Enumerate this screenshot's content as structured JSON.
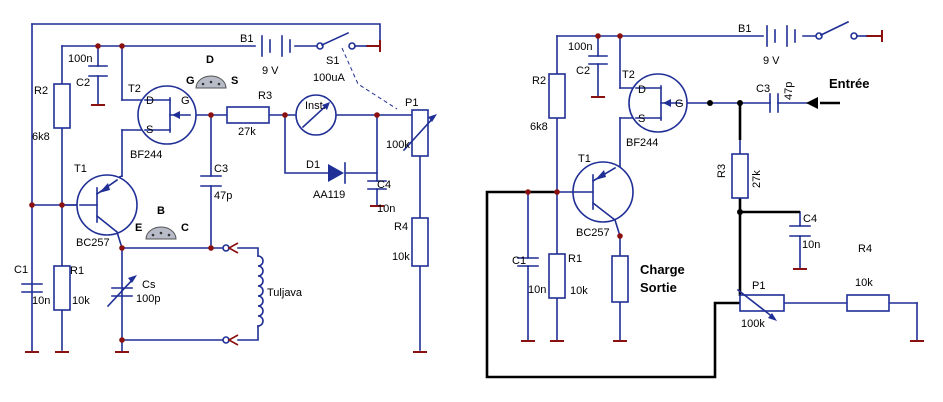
{
  "left": {
    "labels": {
      "b1": "B1",
      "b1_value": "9 V",
      "s1": "S1",
      "c2": "C2",
      "c2_value": "100n",
      "r2": "R2",
      "r2_value": "6k8",
      "t2": "T2",
      "t2_type": "BF244",
      "t2_d": "D",
      "t2_s": "S",
      "t2_g": "G",
      "pkg_t2_g": "G",
      "pkg_t2_d": "D",
      "pkg_t2_s": "S",
      "r3": "R3",
      "r3_value": "27k",
      "meter": "Inst.",
      "meter_value": "100uA",
      "p1": "P1",
      "p1_value": "100k",
      "t1": "T1",
      "t1_type": "BC257",
      "c3": "C3",
      "c3_value": "47p",
      "d1": "D1",
      "d1_type": "AA119",
      "c4": "C4",
      "c4_value": "10n",
      "pkg_t1_e": "E",
      "pkg_t1_b": "B",
      "pkg_t1_c": "C",
      "c1": "C1",
      "c1_value": "10n",
      "r1": "R1",
      "r1_value": "10k",
      "cs": "Cs",
      "cs_value": "100p",
      "coil": "Tuljava",
      "r4": "R4",
      "r4_value": "10k"
    }
  },
  "right": {
    "labels": {
      "b1": "B1",
      "b1_value": "9 V",
      "c2": "C2",
      "c2_value": "100n",
      "r2": "R2",
      "r2_value": "6k8",
      "t2": "T2",
      "t2_type": "BF244",
      "t2_d": "D",
      "t2_s": "S",
      "t2_g": "G",
      "c3": "C3",
      "c3_value": "47p",
      "input": "Entrée",
      "t1": "T1",
      "t1_type": "BC257",
      "r3": "R3",
      "r3_value": "27k",
      "c4": "C4",
      "c4_value": "10n",
      "c1": "C1",
      "c1_value": "10n",
      "r1": "R1",
      "r1_value": "10k",
      "load_line1": "Charge",
      "load_line2": "Sortie",
      "r4": "R4",
      "r4_value": "10k",
      "p1": "P1",
      "p1_value": "100k"
    }
  }
}
